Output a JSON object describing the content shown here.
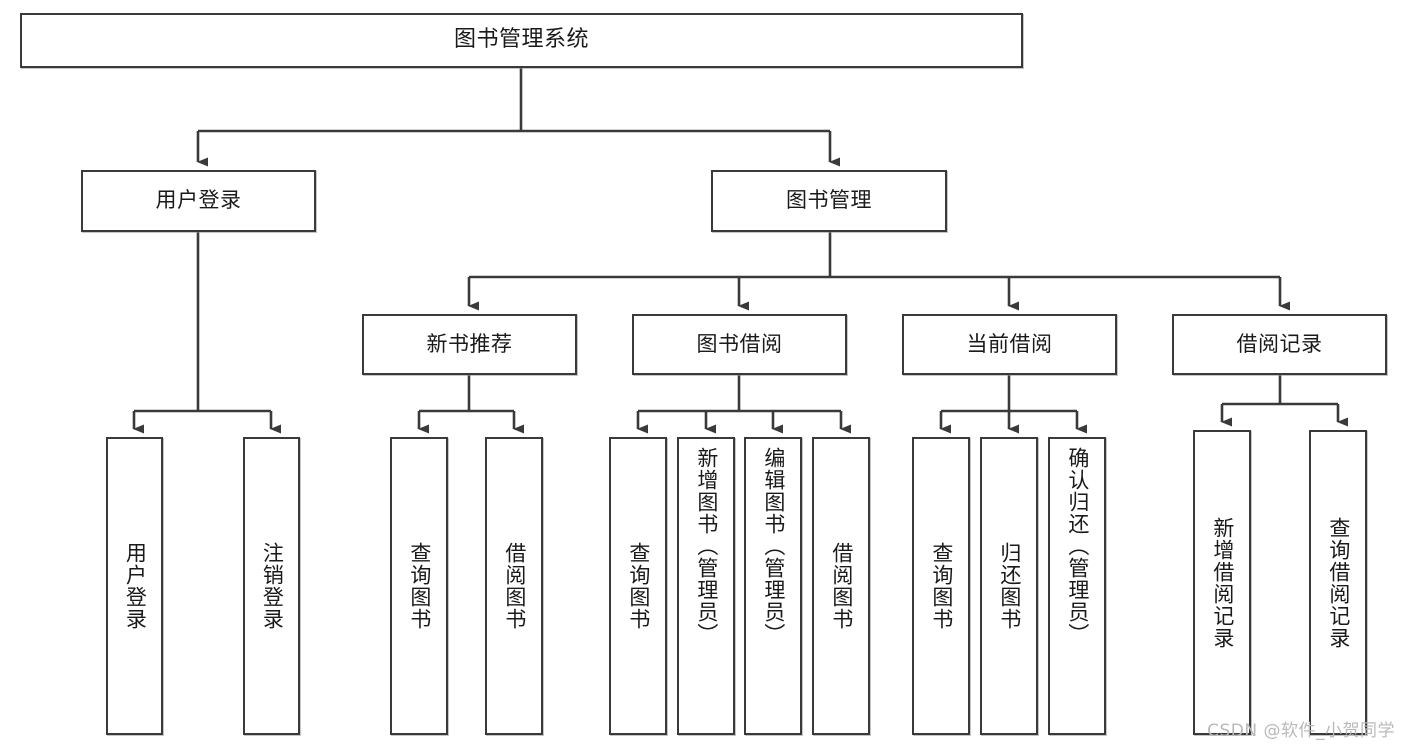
{
  "diagram": {
    "type": "hierarchy-tree",
    "title": "图书管理系统",
    "root": {
      "id": "root",
      "label": "图书管理系统"
    },
    "level2": [
      {
        "id": "user-login",
        "label": "用户登录"
      },
      {
        "id": "book-manage",
        "label": "图书管理"
      }
    ],
    "level3": [
      {
        "id": "new-book-recommend",
        "label": "新书推荐",
        "parent": "book-manage"
      },
      {
        "id": "book-borrow",
        "label": "图书借阅",
        "parent": "book-manage"
      },
      {
        "id": "current-borrow",
        "label": "当前借阅",
        "parent": "book-manage"
      },
      {
        "id": "borrow-record",
        "label": "借阅记录",
        "parent": "book-manage"
      }
    ],
    "leaves": {
      "user-login": [
        {
          "id": "leaf-user-login",
          "label": "用户登录"
        },
        {
          "id": "leaf-logout",
          "label": "注销登录"
        }
      ],
      "new-book-recommend": [
        {
          "id": "leaf-query-book-1",
          "label": "查询图书"
        },
        {
          "id": "leaf-borrow-book-1",
          "label": "借阅图书"
        }
      ],
      "book-borrow": [
        {
          "id": "leaf-query-book-2",
          "label": "查询图书"
        },
        {
          "id": "leaf-add-book",
          "label": "新增图书（管理员）"
        },
        {
          "id": "leaf-edit-book",
          "label": "编辑图书（管理员）"
        },
        {
          "id": "leaf-borrow-book-2",
          "label": "借阅图书"
        }
      ],
      "current-borrow": [
        {
          "id": "leaf-query-book-3",
          "label": "查询图书"
        },
        {
          "id": "leaf-return-book",
          "label": "归还图书"
        },
        {
          "id": "leaf-confirm-return",
          "label": "确认归还（管理员）"
        }
      ],
      "borrow-record": [
        {
          "id": "leaf-add-record",
          "label": "新增借阅记录"
        },
        {
          "id": "leaf-query-record",
          "label": "查询借阅记录"
        }
      ]
    },
    "watermark": "CSDN @软件_小贺同学",
    "colors": {
      "stroke": "#3a3a3a",
      "fill": "#ffffff",
      "text": "#1a1a1a",
      "watermark": "#b9b9b9"
    }
  }
}
